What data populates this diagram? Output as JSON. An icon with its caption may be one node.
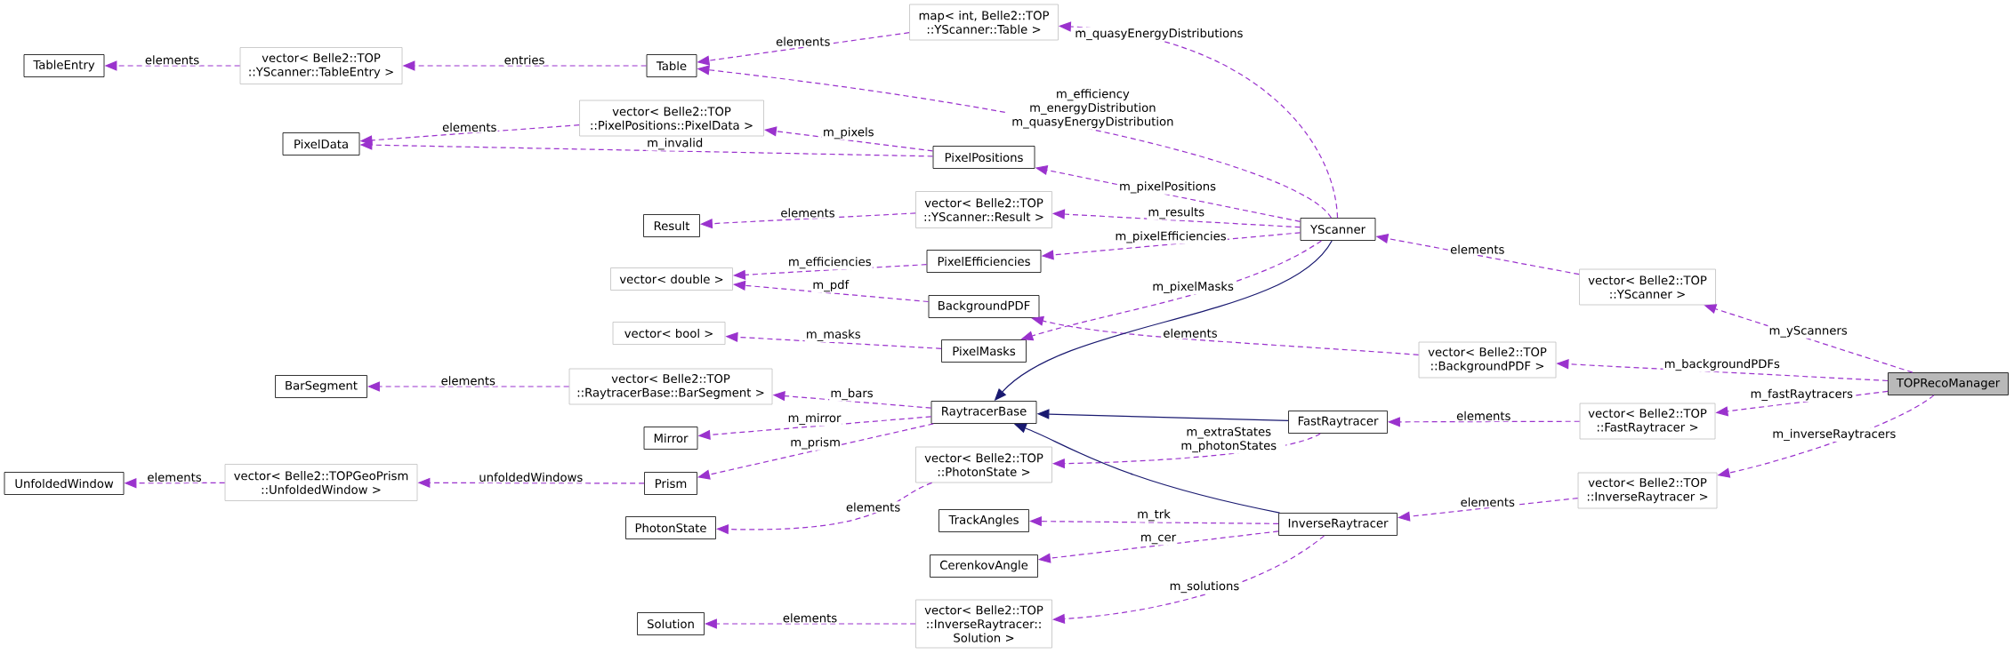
{
  "diagram": {
    "nodes": [
      {
        "text": [
          "TableEntry"
        ]
      },
      {
        "text": [
          "vector< Belle2::TOP ::YScanner::TableEntry >"
        ]
      },
      {
        "text": [
          "Table"
        ]
      },
      {
        "text": [
          "map< int, Belle2::TOP ::YScanner::Table >"
        ]
      },
      {
        "text": [
          "PixelData"
        ]
      },
      {
        "text": [
          "vector< Belle2::TOP ::PixelPositions::PixelData >"
        ]
      },
      {
        "text": [
          "PixelPositions"
        ]
      },
      {
        "text": [
          "Result"
        ]
      },
      {
        "text": [
          "vector< Belle2::TOP ::YScanner::Result >"
        ]
      },
      {
        "text": [
          "YScanner"
        ]
      },
      {
        "text": [
          "PixelEfficiencies"
        ]
      },
      {
        "text": [
          "vector< double >"
        ]
      },
      {
        "text": [
          "BackgroundPDF"
        ]
      },
      {
        "text": [
          "vector< Belle2::TOP ::YScanner >"
        ]
      },
      {
        "text": [
          "vector< bool >"
        ]
      },
      {
        "text": [
          "PixelMasks"
        ]
      },
      {
        "text": [
          "vector< Belle2::TOP ::BackgroundPDF >"
        ]
      },
      {
        "text": [
          "TOPRecoManager"
        ]
      },
      {
        "text": [
          "BarSegment"
        ]
      },
      {
        "text": [
          "vector< Belle2::TOP ::RaytracerBase::BarSegment >"
        ]
      },
      {
        "text": [
          "RaytracerBase"
        ]
      },
      {
        "text": [
          "FastRaytracer"
        ]
      },
      {
        "text": [
          "vector< Belle2::TOP ::FastRaytracer >"
        ]
      },
      {
        "text": [
          "Mirror"
        ]
      },
      {
        "text": [
          "UnfoldedWindow"
        ]
      },
      {
        "text": [
          "vector< Belle2::TOPGeoPrism ::UnfoldedWindow >"
        ]
      },
      {
        "text": [
          "Prism"
        ]
      },
      {
        "text": [
          "vector< Belle2::TOP ::PhotonState >"
        ]
      },
      {
        "text": [
          "PhotonState"
        ]
      },
      {
        "text": [
          "TrackAngles"
        ]
      },
      {
        "text": [
          "InverseRaytracer"
        ]
      },
      {
        "text": [
          "vector< Belle2::TOP ::InverseRaytracer >"
        ]
      },
      {
        "text": [
          "CerenkovAngle"
        ]
      },
      {
        "text": [
          "Solution"
        ]
      },
      {
        "text": [
          "vector< Belle2::TOP ::InverseRaytracer:: Solution >"
        ]
      }
    ],
    "edges": [
      {
        "from": 1,
        "to": 0,
        "arrow": "to",
        "label": "elements",
        "style": "dashed"
      },
      {
        "from": 2,
        "to": 1,
        "arrow": "to",
        "label": "entries",
        "style": "dashed"
      },
      {
        "from": 3,
        "to": 2,
        "arrow": "to",
        "label": "elements",
        "style": "dashed"
      },
      {
        "from": 9,
        "to": 3,
        "arrow": "to",
        "label": "m_quasyEnergyDistributions",
        "style": "dashed"
      },
      {
        "from": 9,
        "to": 2,
        "arrow": "to",
        "label": "m_efficiency m_energyDistribution m_quasyEnergyDistribution",
        "style": "dashed"
      },
      {
        "from": 5,
        "to": 4,
        "arrow": "to",
        "label": "elements",
        "style": "dashed"
      },
      {
        "from": 6,
        "to": 5,
        "arrow": "to",
        "label": "m_pixels",
        "style": "dashed"
      },
      {
        "from": 6,
        "to": 4,
        "arrow": "to",
        "label": "m_invalid",
        "style": "dashed"
      },
      {
        "from": 9,
        "to": 6,
        "arrow": "to",
        "label": "m_pixelPositions",
        "style": "dashed"
      },
      {
        "from": 8,
        "to": 7,
        "arrow": "to",
        "label": "elements",
        "style": "dashed"
      },
      {
        "from": 9,
        "to": 8,
        "arrow": "to",
        "label": "m_results",
        "style": "dashed"
      },
      {
        "from": 9,
        "to": 10,
        "arrow": "to",
        "label": "m_pixelEfficiencies",
        "style": "dashed"
      },
      {
        "from": 10,
        "to": 11,
        "arrow": "to",
        "label": "m_efficiencies",
        "style": "dashed"
      },
      {
        "from": 12,
        "to": 11,
        "arrow": "to",
        "label": "m_pdf",
        "style": "dashed"
      },
      {
        "from": 9,
        "to": 15,
        "arrow": "to",
        "label": "m_pixelMasks",
        "style": "dashed"
      },
      {
        "from": 13,
        "to": 9,
        "arrow": "to",
        "label": "elements",
        "style": "dashed"
      },
      {
        "from": 17,
        "to": 13,
        "arrow": "to",
        "label": "m_yScanners",
        "style": "dashed"
      },
      {
        "from": 16,
        "to": 12,
        "arrow": "to",
        "label": "elements",
        "style": "dashed"
      },
      {
        "from": 17,
        "to": 16,
        "arrow": "to",
        "label": "m_backgroundPDFs",
        "style": "dashed"
      },
      {
        "from": 15,
        "to": 14,
        "arrow": "to",
        "label": "m_masks",
        "style": "dashed"
      },
      {
        "from": 9,
        "to": 20,
        "arrow": "to",
        "color": "#191970"
      },
      {
        "from": 19,
        "to": 18,
        "arrow": "to",
        "label": "elements",
        "style": "dashed"
      },
      {
        "from": 20,
        "to": 19,
        "arrow": "to",
        "label": "m_bars",
        "style": "dashed"
      },
      {
        "from": 20,
        "to": 23,
        "arrow": "to",
        "label": "m_mirror",
        "style": "dashed"
      },
      {
        "from": 20,
        "to": 26,
        "arrow": "to",
        "label": "m_prism",
        "style": "dashed"
      },
      {
        "from": 26,
        "to": 25,
        "arrow": "to",
        "label": "unfoldedWindows",
        "style": "dashed"
      },
      {
        "from": 25,
        "to": 24,
        "arrow": "to",
        "label": "elements",
        "style": "dashed"
      },
      {
        "from": 21,
        "to": 20,
        "arrow": "to",
        "color": "#191970"
      },
      {
        "from": 22,
        "to": 21,
        "arrow": "to",
        "label": "elements",
        "style": "dashed"
      },
      {
        "from": 17,
        "to": 22,
        "arrow": "to",
        "label": "m_fastRaytracers",
        "style": "dashed"
      },
      {
        "from": 21,
        "to": 27,
        "arrow": "to",
        "label": "m_extraStates m_photonStates",
        "style": "dashed"
      },
      {
        "from": 27,
        "to": 28,
        "arrow": "to",
        "label": "elements",
        "style": "dashed"
      },
      {
        "from": 30,
        "to": 20,
        "arrow": "to",
        "color": "#191970"
      },
      {
        "from": 30,
        "to": 29,
        "arrow": "to",
        "label": "m_trk",
        "style": "dashed"
      },
      {
        "from": 30,
        "to": 32,
        "arrow": "to",
        "label": "m_cer",
        "style": "dashed"
      },
      {
        "from": 30,
        "to": 34,
        "arrow": "to",
        "label": "m_solutions",
        "style": "dashed"
      },
      {
        "from": 34,
        "to": 33,
        "arrow": "to",
        "label": "elements",
        "style": "dashed"
      },
      {
        "from": 31,
        "to": 30,
        "arrow": "to",
        "label": "elements",
        "style": "dashed"
      },
      {
        "from": 17,
        "to": 31,
        "arrow": "to",
        "label": "m_inverseRaytracers",
        "style": "dashed"
      }
    ]
  }
}
